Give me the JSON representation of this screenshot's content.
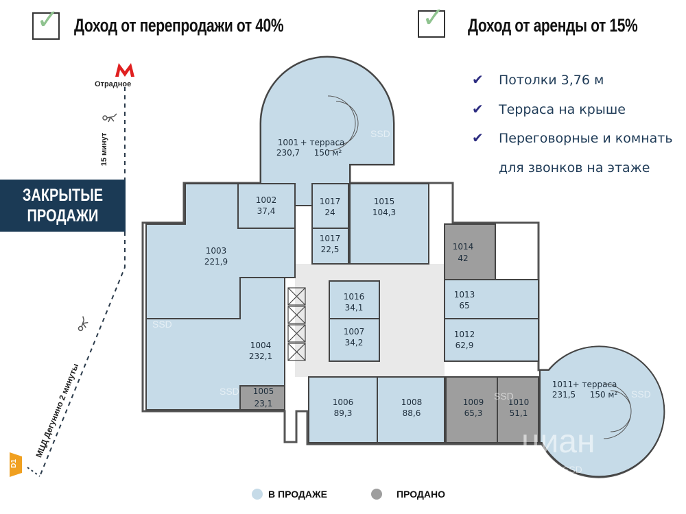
{
  "headlines": {
    "resale": "Доход от перепродажи от 40%",
    "rent": "Доход от аренды от 15%"
  },
  "features": [
    "Потолки 3,76 м",
    "Терраса на крыше",
    "Переговорные и комнать",
    "для звонков на этаже"
  ],
  "banner": {
    "line1": "ЗАКРЫТЫЕ",
    "line2": "ПРОДАЖИ"
  },
  "metro": {
    "icon": "metro-m-icon",
    "station": "Отрадное",
    "walk": "15 минут"
  },
  "mcd": {
    "badge": "D1",
    "walk": "МЦД Дегунино 2 минуты"
  },
  "colors": {
    "for_sale": "#c6dbe8",
    "sold": "#9e9e9e",
    "banner": "#1b3a55",
    "metro": "#e02020",
    "mcd": "#f0a020"
  },
  "rooms": [
    {
      "id": "1001",
      "area": "230,7",
      "extra": "+ терраса",
      "extra_area": "150 м²",
      "status": "for_sale"
    },
    {
      "id": "1002",
      "area": "37,4",
      "status": "for_sale"
    },
    {
      "id": "1003",
      "area": "221,9",
      "status": "for_sale"
    },
    {
      "id": "1004",
      "area": "232,1",
      "status": "for_sale"
    },
    {
      "id": "1005",
      "area": "23,1",
      "status": "sold"
    },
    {
      "id": "1006",
      "area": "89,3",
      "status": "for_sale"
    },
    {
      "id": "1007",
      "area": "34,2",
      "status": "for_sale"
    },
    {
      "id": "1008",
      "area": "88,6",
      "status": "for_sale"
    },
    {
      "id": "1009",
      "area": "65,3",
      "status": "sold"
    },
    {
      "id": "1010",
      "area": "51,1",
      "status": "sold"
    },
    {
      "id": "1011",
      "area": "231,5",
      "extra": "+ терраса",
      "extra_area": "150 м²",
      "status": "for_sale"
    },
    {
      "id": "1012",
      "area": "62,9",
      "status": "for_sale"
    },
    {
      "id": "1013",
      "area": "65",
      "status": "for_sale"
    },
    {
      "id": "1014",
      "area": "42",
      "status": "sold"
    },
    {
      "id": "1015",
      "area": "104,3",
      "status": "for_sale"
    },
    {
      "id": "1016",
      "area": "34,1",
      "status": "for_sale"
    },
    {
      "id": "1017",
      "area": "24",
      "status": "for_sale"
    },
    {
      "id": "1017",
      "area": "22,5",
      "status": "for_sale"
    }
  ],
  "legend": {
    "for_sale": "В ПРОДАЖЕ",
    "sold": "ПРОДАНО"
  },
  "watermarks": {
    "ssd": "SSD",
    "cian": "циан"
  }
}
